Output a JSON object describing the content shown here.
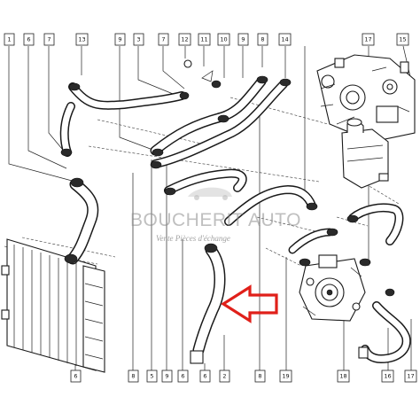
{
  "callouts": {
    "top": [
      "1",
      "6",
      "7",
      "13",
      "9",
      "3",
      "7",
      "12",
      "11",
      "10",
      "9",
      "8",
      "14",
      "17",
      "15"
    ],
    "bottom": [
      "6",
      "8",
      "5",
      "9",
      "6",
      "6",
      "2",
      "8",
      "19",
      "18",
      "16",
      "17"
    ]
  },
  "watermark": {
    "brand": "BOUCHERIT AUTO",
    "tagline": "Vente Pièces d'échange"
  },
  "colors": {
    "line": "#1a1a1a",
    "arrow": "#e0201a",
    "background": "#ffffff"
  }
}
